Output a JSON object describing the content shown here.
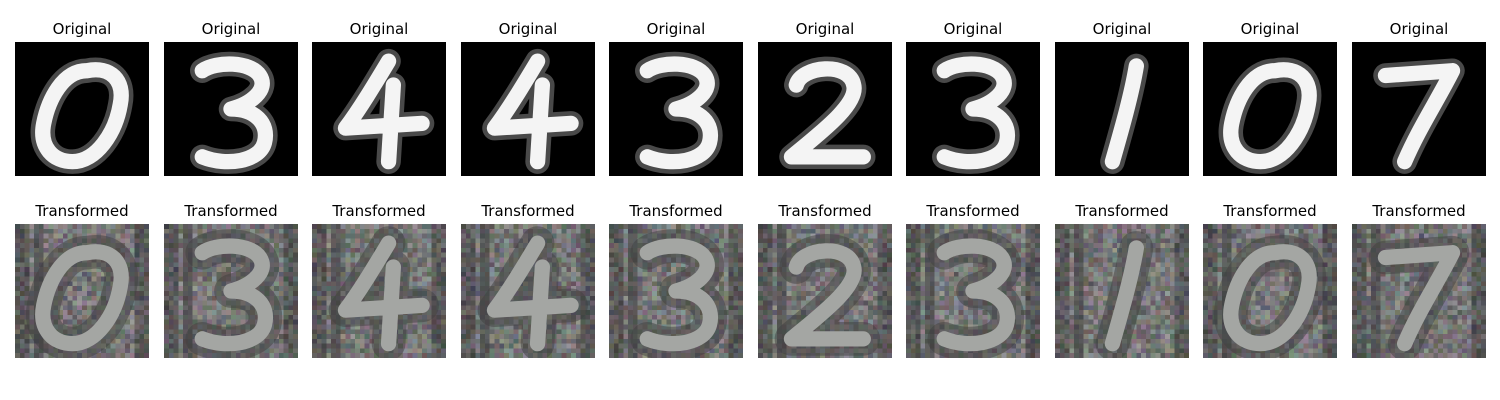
{
  "figure": {
    "rows": [
      {
        "title": "Original",
        "style": "mnist",
        "background": "#000000",
        "ink": "#f4f4f4"
      },
      {
        "title": "Transformed",
        "style": "svhn-like",
        "background": "#6f7070",
        "ink": "#a4a6a3"
      }
    ],
    "digits": [
      "0",
      "3",
      "4",
      "4",
      "3",
      "2",
      "3",
      "1",
      "0",
      "7"
    ]
  }
}
